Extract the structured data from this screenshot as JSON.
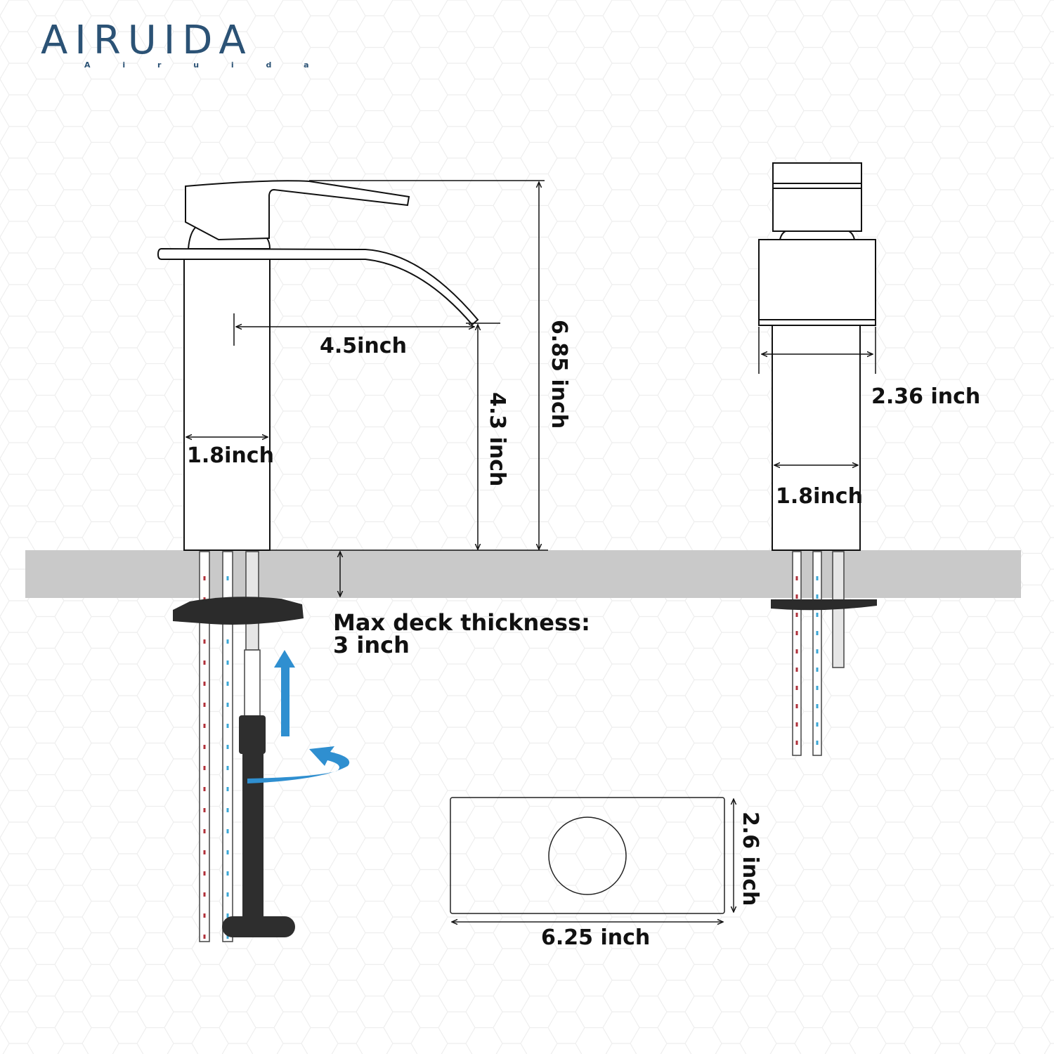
{
  "brand": {
    "name": "AIRUIDA",
    "subtitle": "A i r u i d a",
    "color": "#2b5275"
  },
  "front_view": {
    "spout_reach": "4.5inch",
    "body_width": "1.8inch",
    "spout_height": "4.3 inch",
    "total_height": "6.85 inch"
  },
  "side_view": {
    "base_width": "2.36 inch",
    "body_width": "1.8inch"
  },
  "deck": {
    "note_line1": "Max deck thickness:",
    "note_line2": "3 inch",
    "color": "#c8c8c8"
  },
  "deck_plate": {
    "width": "6.25 inch",
    "height": "2.6 inch"
  },
  "colors": {
    "line": "#111111",
    "hot_hose": "#b0303a",
    "cold_hose": "#3ba7d6",
    "arrow": "#2f8fd0",
    "tool": "#2b2b2b"
  }
}
